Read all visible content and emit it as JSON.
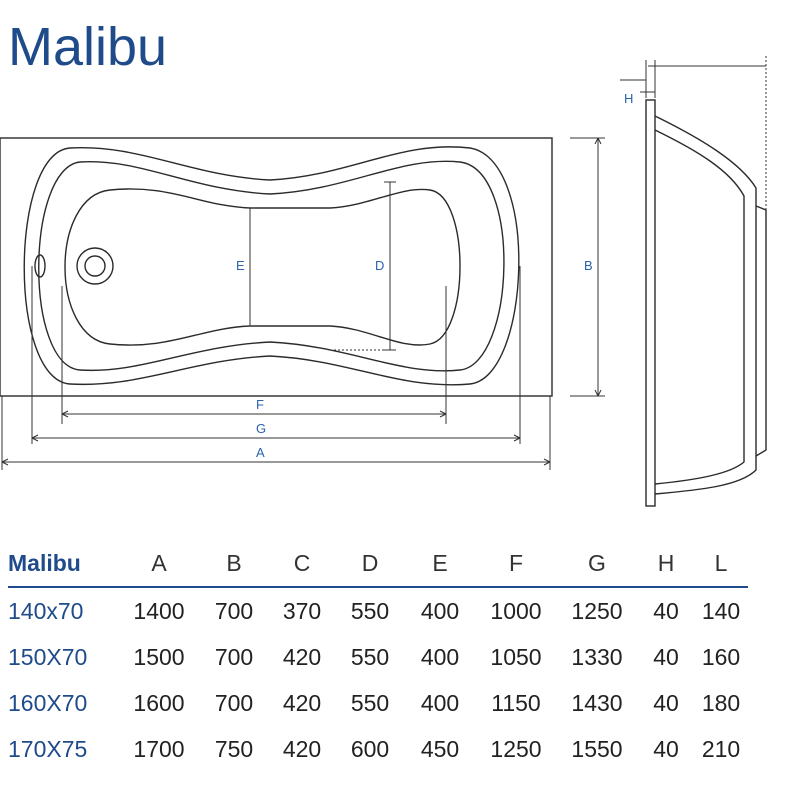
{
  "title": "Malibu",
  "diagram": {
    "top_view_labels": {
      "A": "A",
      "B": "B",
      "D": "D",
      "E": "E",
      "F": "F",
      "G": "G"
    },
    "side_view_labels": {
      "H": "H"
    }
  },
  "table": {
    "header": [
      "Malibu",
      "A",
      "B",
      "C",
      "D",
      "E",
      "F",
      "G",
      "H",
      "L"
    ],
    "rows": [
      [
        "140x70",
        "1400",
        "700",
        "370",
        "550",
        "400",
        "1000",
        "1250",
        "40",
        "140"
      ],
      [
        "150X70",
        "1500",
        "700",
        "420",
        "550",
        "400",
        "1050",
        "1330",
        "40",
        "160"
      ],
      [
        "160X70",
        "1600",
        "700",
        "420",
        "550",
        "400",
        "1150",
        "1430",
        "40",
        "180"
      ],
      [
        "170X75",
        "1700",
        "750",
        "420",
        "600",
        "450",
        "1250",
        "1550",
        "40",
        "210"
      ]
    ]
  },
  "colors": {
    "title": "#1f4b8a",
    "dimension_label": "#2a63ad",
    "line": "#222222"
  }
}
